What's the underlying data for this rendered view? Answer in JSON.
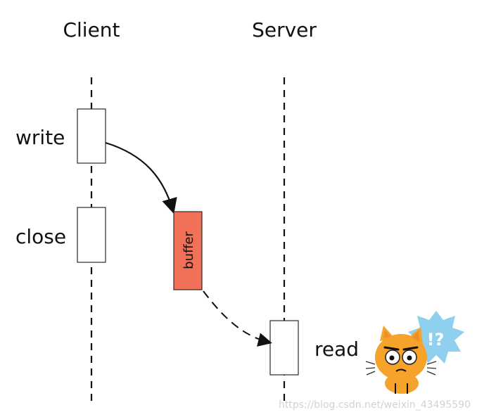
{
  "participants": {
    "client": "Client",
    "server": "Server"
  },
  "steps": {
    "write": "write",
    "close": "close",
    "read": "read"
  },
  "buffer": {
    "label": "buffer",
    "color": "#f07058"
  },
  "mascot": {
    "icon": "cat-mascot-icon",
    "badge_icon": "exclamation-question-badge-icon",
    "badge_text": "!?",
    "color": "#f5a32a",
    "badge_color": "#8fd0ef"
  },
  "watermark": "https://blog.csdn.net/weixin_43495590"
}
